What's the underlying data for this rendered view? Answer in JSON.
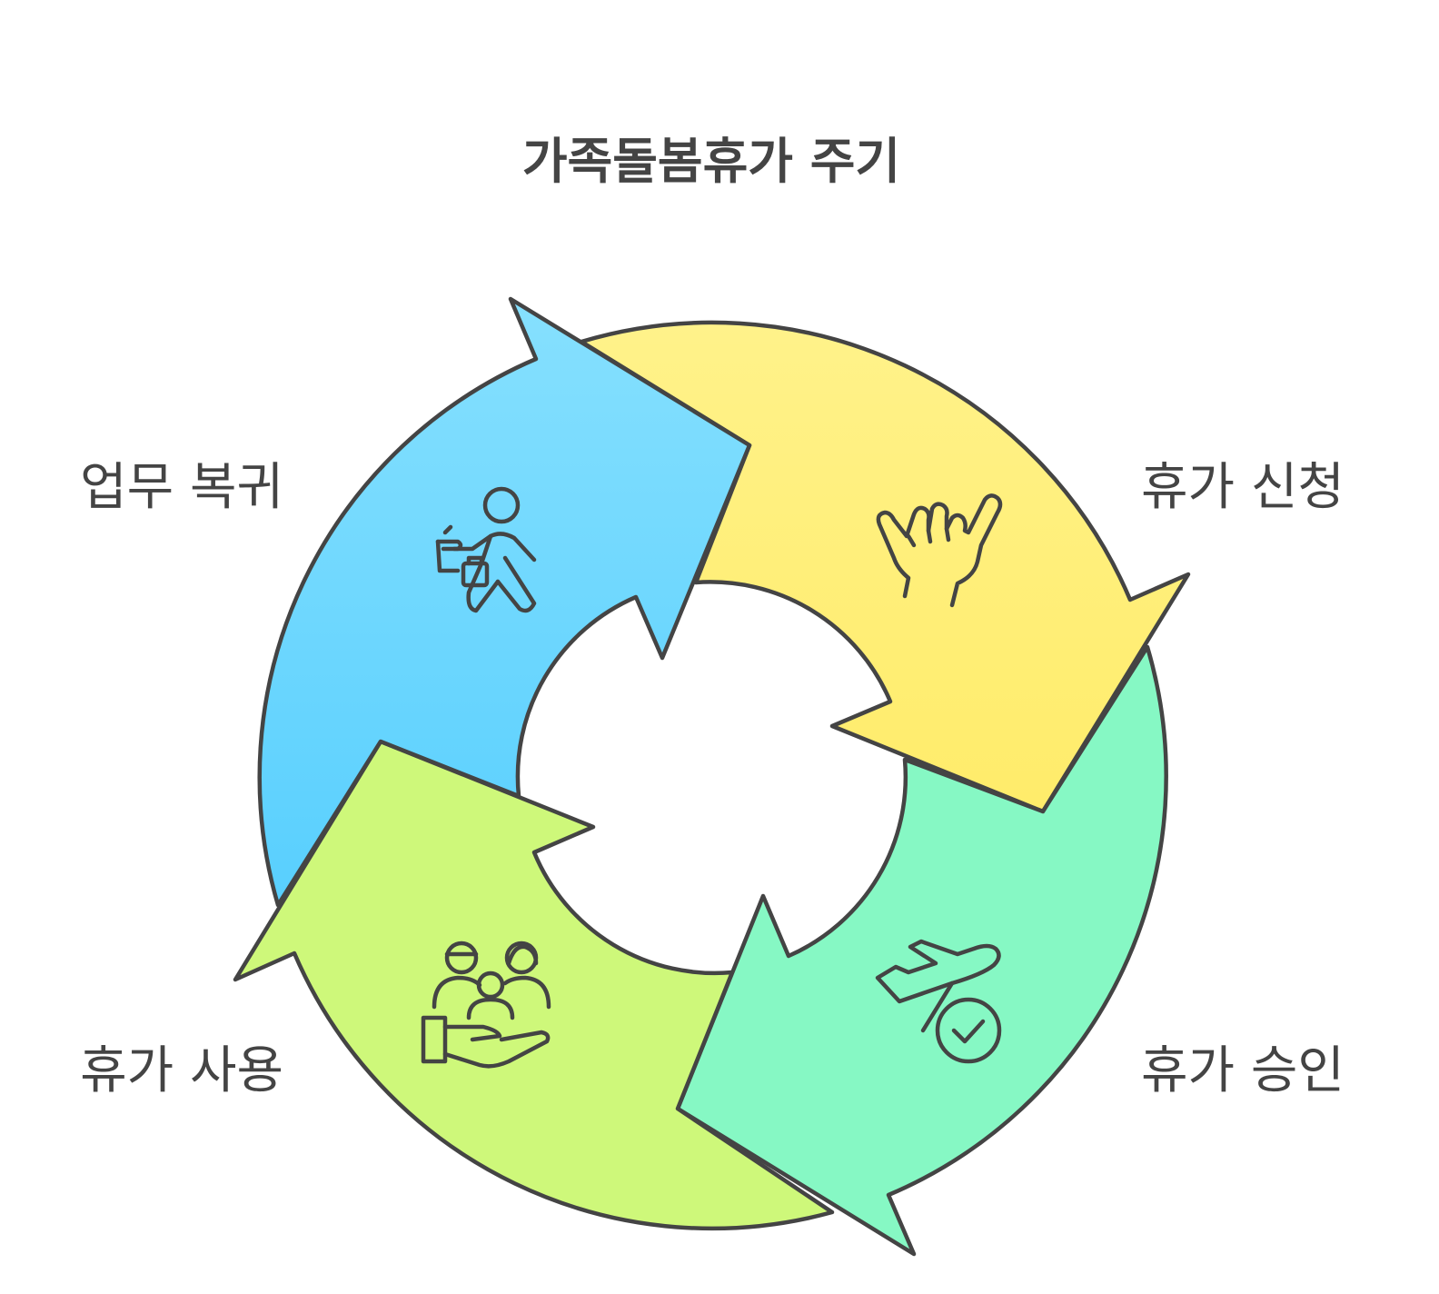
{
  "title": "가족돌봄휴가 주기",
  "stages": [
    {
      "label": "휴가 신청",
      "icon": "hand-gesture-icon",
      "color": "#FFF07A"
    },
    {
      "label": "휴가 승인",
      "icon": "airplane-check-icon",
      "color": "#86F8C4"
    },
    {
      "label": "휴가 사용",
      "icon": "family-care-icon",
      "color": "#CEF87A"
    },
    {
      "label": "업무 복귀",
      "icon": "walking-commuter-icon",
      "color": "#7CDCFE"
    }
  ],
  "colors": {
    "outline": "#444444",
    "text": "#444444",
    "background": "#FFFFFF"
  }
}
